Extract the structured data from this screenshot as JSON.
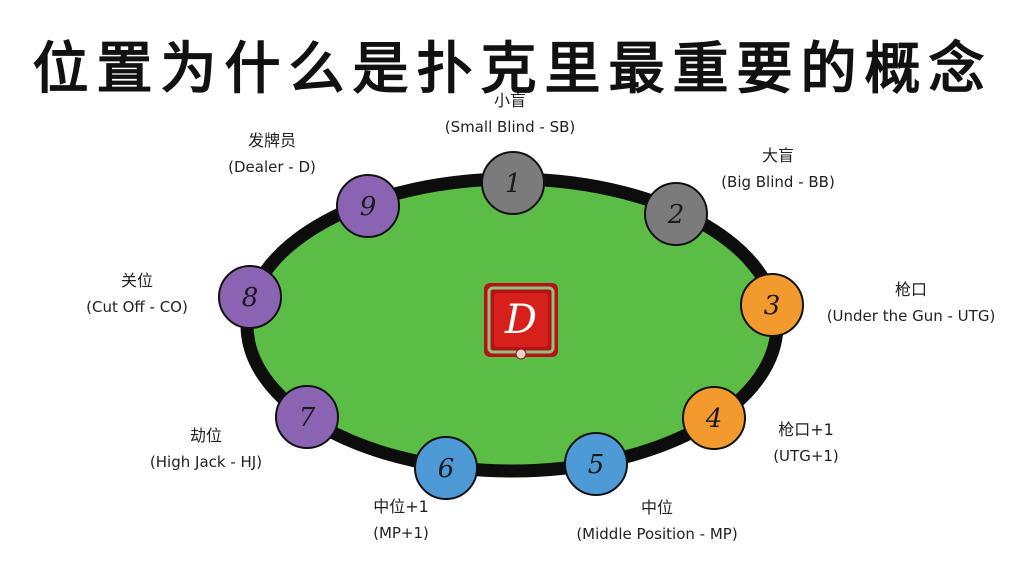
{
  "title": "位置为什么是扑克里最重要的概念",
  "dealer_button": {
    "letter": "D"
  },
  "colors": {
    "felt": "#5bbd45",
    "rail": "#0d0d0d",
    "blind_seat": "#7b7b7b",
    "early_seat": "#f39a2f",
    "middle_seat": "#4e9ad6",
    "late_seat": "#8b63b3",
    "button_red": "#d7201c"
  },
  "seats": [
    {
      "number": "1",
      "cn": "小盲",
      "en": "(Small Blind - SB)",
      "group": "blind_seat"
    },
    {
      "number": "2",
      "cn": "大盲",
      "en": "(Big Blind - BB)",
      "group": "blind_seat"
    },
    {
      "number": "3",
      "cn": "枪口",
      "en": "(Under the Gun - UTG)",
      "group": "early_seat"
    },
    {
      "number": "4",
      "cn": "枪口+1",
      "en": "(UTG+1)",
      "group": "early_seat"
    },
    {
      "number": "5",
      "cn": "中位",
      "en": "(Middle Position - MP)",
      "group": "middle_seat"
    },
    {
      "number": "6",
      "cn": "中位+1",
      "en": "(MP+1)",
      "group": "middle_seat"
    },
    {
      "number": "7",
      "cn": "劫位",
      "en": "(High Jack - HJ)",
      "group": "late_seat"
    },
    {
      "number": "8",
      "cn": "关位",
      "en": "(Cut Off - CO)",
      "group": "late_seat"
    },
    {
      "number": "9",
      "cn": "发牌员",
      "en": "(Dealer - D)",
      "group": "late_seat"
    }
  ]
}
